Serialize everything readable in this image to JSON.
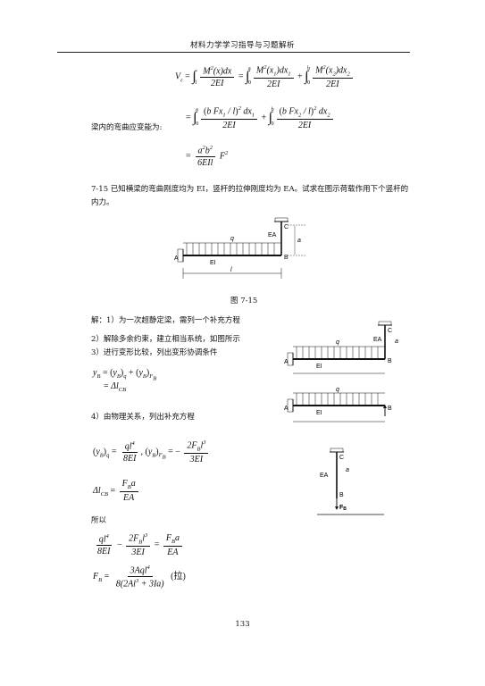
{
  "header": {
    "title": "材料力学学习指导与习题解析"
  },
  "formulas": {
    "ve_lhs": "V",
    "ve_sub": "ε",
    "strain_label": "梁内的弯曲应变能为:",
    "result_a": "a",
    "result_b": "b",
    "result_den": "6EIl",
    "result_F": "F"
  },
  "problem": {
    "text": "7-15 已知横梁的弯曲刚度均为 EI，竖杆的拉伸刚度均为 EA。试求在图示荷载作用下个竖杆的内力。",
    "fig_caption": "图 7-15"
  },
  "figure": {
    "labels": {
      "A": "A",
      "B": "B",
      "C": "C",
      "q": "q",
      "EA": "EA",
      "EI": "EI",
      "l": "l",
      "a": "a",
      "FB": "F",
      "FB_sub": "B"
    }
  },
  "solution": {
    "step1": "解：1）为一次超静定梁，需列一个补充方程",
    "step2": "2）解除多余约束，建立相当系统，如图所示",
    "step3": "3）进行变形比较，列出变形协调条件",
    "step4": "4）由物理关系，列出补充方程",
    "so": "所以",
    "tension": "(拉)"
  },
  "page": {
    "number": "133"
  }
}
